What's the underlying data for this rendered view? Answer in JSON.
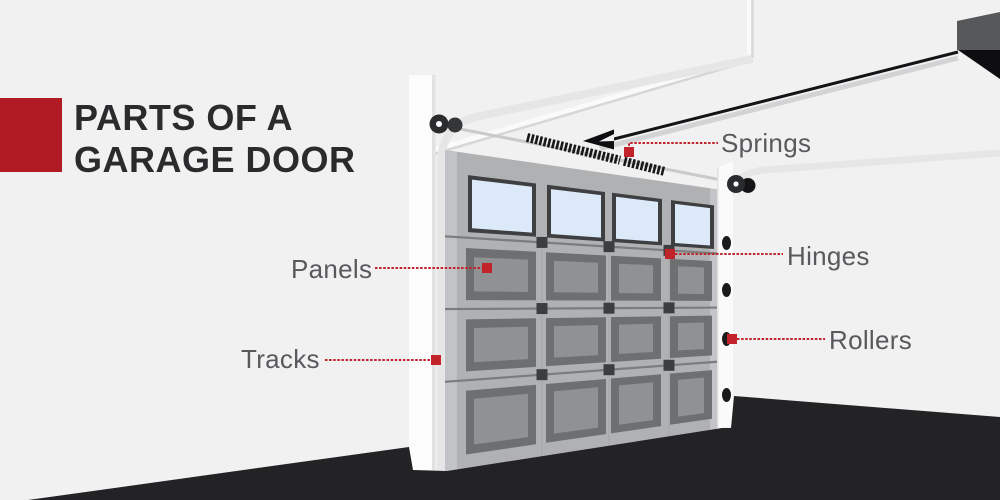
{
  "title": {
    "line1": "PARTS OF A",
    "line2": "GARAGE DOOR"
  },
  "diagram": {
    "callouts": [
      {
        "id": "springs",
        "label": "Springs"
      },
      {
        "id": "hinges",
        "label": "Hinges"
      },
      {
        "id": "rollers",
        "label": "Rollers"
      },
      {
        "id": "panels",
        "label": "Panels"
      },
      {
        "id": "tracks",
        "label": "Tracks"
      }
    ]
  },
  "colors": {
    "accent_red": "#c2232b",
    "logo_red": "#b01b24",
    "title_black": "#2b2a2c",
    "label_gray": "#58595c",
    "background": "#f2f1f2",
    "door_face": "#b0b1b3",
    "door_edge_highlight": "#c6c7c9",
    "panel_frame": "#6e6f71",
    "panel_inset": "#909193",
    "window_frame": "#3e3f41",
    "window_glass": "#dce9f8",
    "seam_gray": "#7b7c7f",
    "hinge_dark": "#3c3d3f",
    "track_band": "#e6e6e7",
    "jamb_white": "#fafafb",
    "post_white": "#fcfcfd",
    "rail_black": "#141416",
    "rail_gray": "#d2d3d4",
    "motor_gray": "#57585a",
    "motor_black": "#0e0e10",
    "spring_black": "#18181a",
    "pulley_dark": "#2a2b2d",
    "roller_black": "#1a1a1c",
    "floor_dark": "#232224",
    "ceiling_line": "#d7d7d8",
    "ceiling_highlight": "#fafafa"
  }
}
